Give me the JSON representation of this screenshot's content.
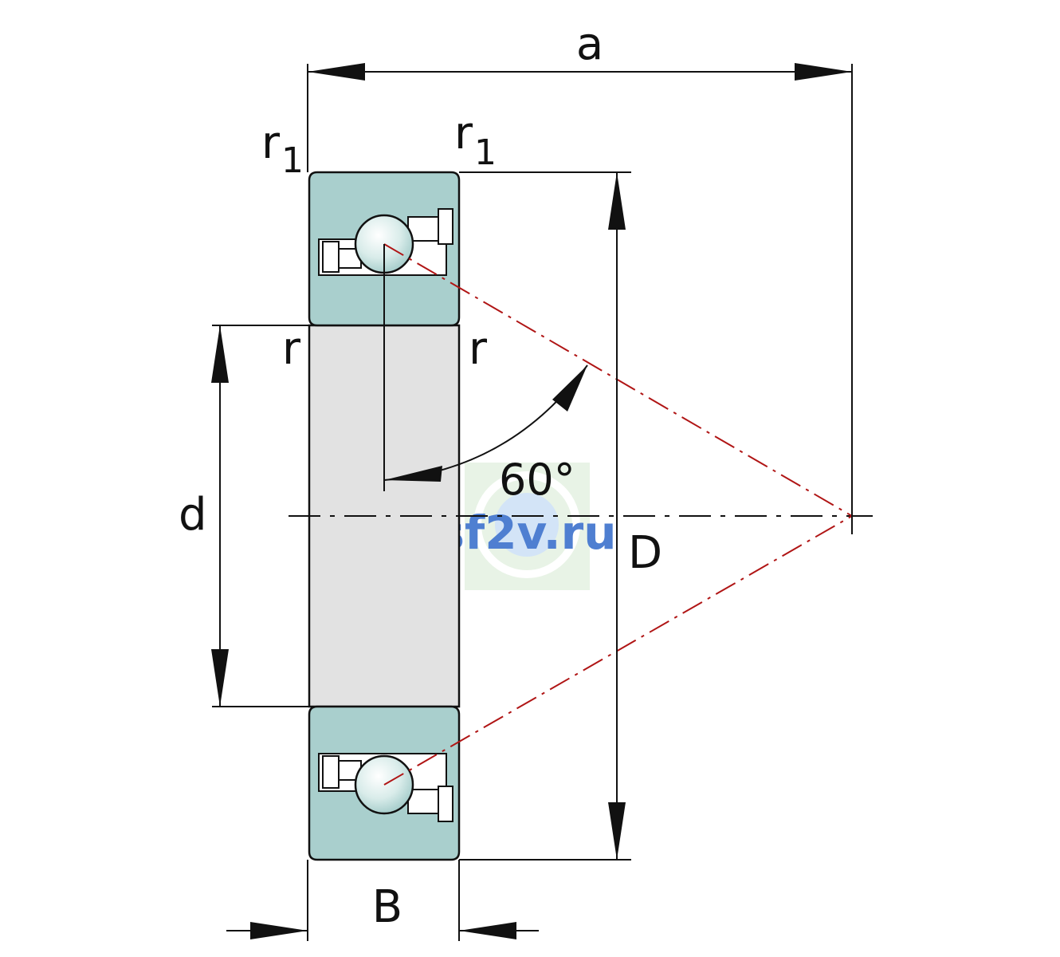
{
  "labels": {
    "a": "a",
    "r1_left": "r",
    "r1_left_sub": "1",
    "r1_right": "r",
    "r1_right_sub": "1",
    "r_left": "r",
    "r_right": "r",
    "d": "d",
    "D": "D",
    "B": "B",
    "angle": "60°"
  },
  "watermark": {
    "text": "sf2v.ru",
    "color": "#4f7fd1",
    "background": "#e8f3e6"
  },
  "colors": {
    "ring": "#a9cfcd",
    "bore": "#e2e2e2",
    "contact_line": "#b01515",
    "line": "#111111"
  },
  "contact_angle_deg": 60
}
